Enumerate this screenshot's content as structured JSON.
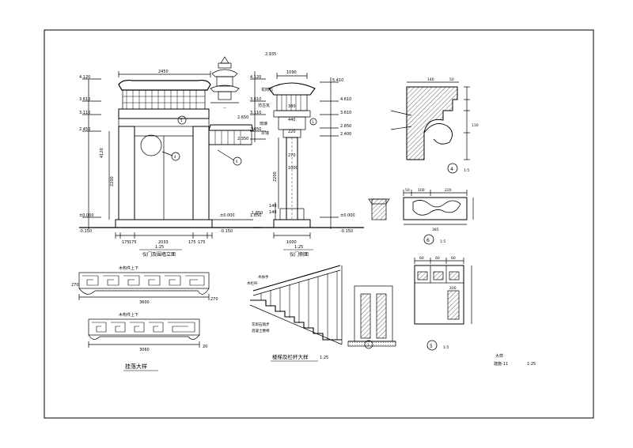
{
  "drawing": {
    "front_elevation": {
      "title": "仪门及围墙立面",
      "scale_label": "1:25",
      "left_elevations": [
        "4.120",
        "3.610",
        "3.110",
        "2.450",
        "±0.000",
        "-0.150"
      ],
      "right_elevations": [
        "2.650",
        "2.350",
        "1.850",
        "±0.000",
        "-0.150"
      ],
      "width_dims": [
        "2450",
        "175",
        "175",
        "2033",
        "175",
        "175"
      ],
      "height_dims": [
        "4120",
        "2200"
      ],
      "callouts": [
        "4",
        "5",
        "6"
      ]
    },
    "side_elevation": {
      "title": "仪门侧面",
      "scale_label": "1:25",
      "elevations_left": [
        "4.120",
        "3.610",
        "3.110",
        "2.450",
        "1.850"
      ],
      "elevations_right": [
        "5.410",
        "4.610",
        "3.610",
        "2.850",
        "2.400",
        "±0.000",
        "-0.150"
      ],
      "top_label": "2.935",
      "dims": [
        "1090",
        "380",
        "440",
        "220",
        "1000",
        "270",
        "2200",
        "140",
        "140",
        "1000"
      ],
      "callout": "3",
      "annotations": [
        "花岗石",
        "仿古瓦",
        "琉璃",
        "灰墙"
      ]
    },
    "railing_detail": {
      "title": "挂落大样",
      "dims": [
        "3600",
        "3060",
        "270",
        "270",
        "20"
      ],
      "annotations": [
        "木构件上下",
        "木构件上下"
      ]
    },
    "stair_detail": {
      "title": "楼梯及栏杆大样",
      "scale_label": "1:25",
      "callout": "1",
      "annotations": [
        "木扶手",
        "木栏杆",
        "花岗石踏步",
        "混凝土楼梯"
      ]
    },
    "detail_4": {
      "callout": "4",
      "scale_label": "1:5",
      "dims": [
        "140",
        "50",
        "110"
      ]
    },
    "detail_6": {
      "callout": "6",
      "scale_label": "1:5",
      "dims": [
        "50",
        "100",
        "220",
        "385"
      ]
    },
    "detail_5": {
      "callout": "5",
      "scale_label": "1:5",
      "dims": [
        "60",
        "60",
        "60",
        "200"
      ]
    },
    "title_block": {
      "sheet_name": "大样",
      "sheet_no": "建施-11",
      "scale": "1:25"
    }
  }
}
